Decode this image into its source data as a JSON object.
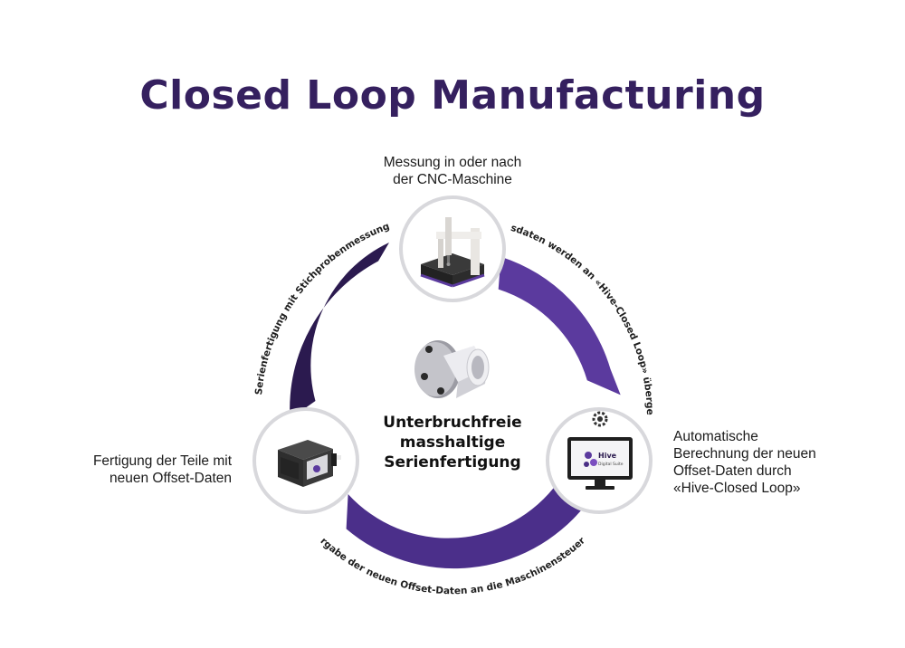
{
  "title": "Closed Loop Manufacturing",
  "colors": {
    "title": "#35205f",
    "arc_dark": "#2b1a4f",
    "arc_light": "#5b3a9e",
    "circle_border": "#d8d8dc"
  },
  "nodes": {
    "top": {
      "label_lines": [
        "Messung in oder nach",
        "der CNC-Maschine"
      ],
      "icon": "coordinate-measuring-machine-icon"
    },
    "right": {
      "label_lines": [
        "Automatische",
        "Berechnung der neuen",
        "Offset-Daten durch",
        "«Hive-Closed Loop»"
      ],
      "icon": "monitor-hive-software-icon",
      "logo_text": "Hive",
      "logo_sub": "Digital Suite"
    },
    "left": {
      "label_lines": [
        "Fertigung der Teile mit",
        "neuen Offset-Daten"
      ],
      "icon": "cnc-machine-icon"
    }
  },
  "center": {
    "lines": [
      "Unterbruchfreie",
      "masshaltige",
      "Serienfertigung"
    ],
    "icon": "flange-part-icon"
  },
  "arcs": {
    "top_right": "Messdaten werden an «Hive-Closed Loop» übergeben",
    "bottom": "Übergabe der neuen Offset-Daten an die Maschinensteuerung",
    "left": "Serienfertigung mit Stichprobenmessung"
  }
}
